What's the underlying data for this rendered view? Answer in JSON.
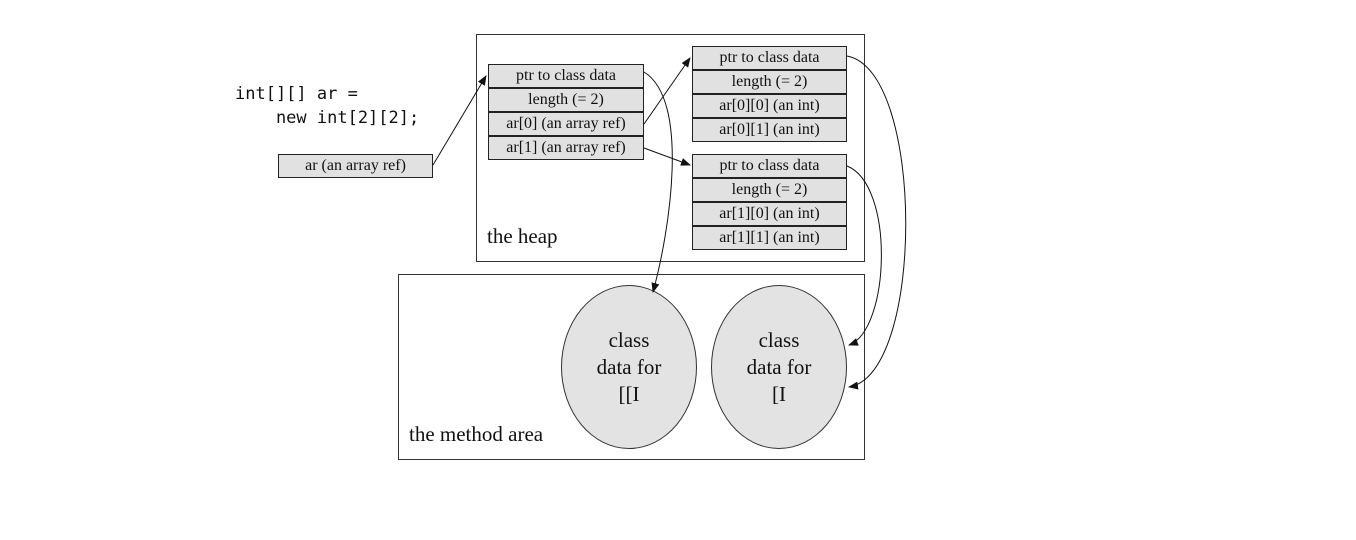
{
  "code": {
    "line1": "int[][] ar =",
    "line2": "    new int[2][2];"
  },
  "local_var": {
    "label": "ar (an array ref)"
  },
  "heap": {
    "label": "the heap",
    "outer_array": [
      "ptr to class data",
      "length (= 2)",
      "ar[0] (an array ref)",
      "ar[1] (an array ref)"
    ],
    "inner_array_0": [
      "ptr to class data",
      "length (= 2)",
      "ar[0][0] (an int)",
      "ar[0][1] (an int)"
    ],
    "inner_array_1": [
      "ptr to class data",
      "length (= 2)",
      "ar[1][0] (an int)",
      "ar[1][1] (an int)"
    ]
  },
  "method_area": {
    "label": "the method area",
    "class_2d": [
      "class",
      "data for",
      "[[I"
    ],
    "class_1d": [
      "class",
      "data for",
      "[I"
    ]
  }
}
